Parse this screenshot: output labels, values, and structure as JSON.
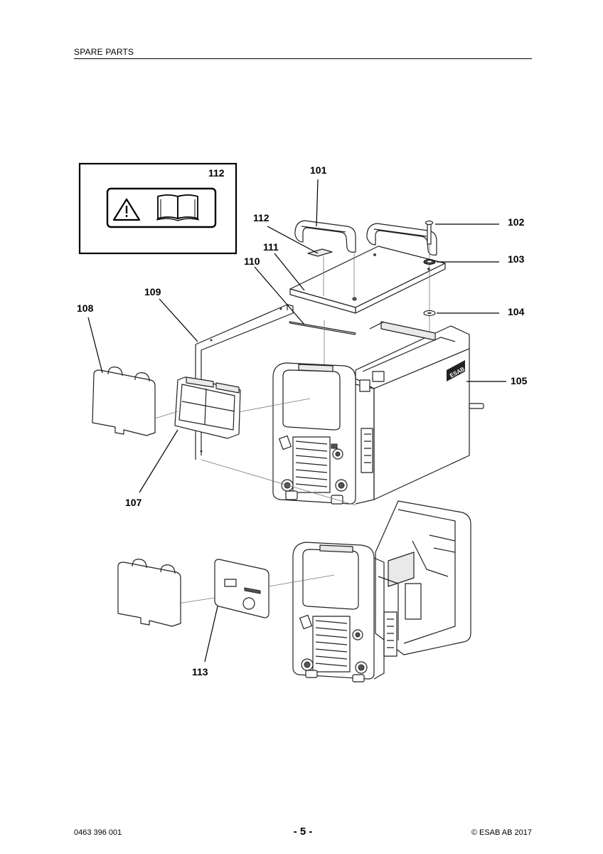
{
  "header": {
    "section": "SPARE PARTS"
  },
  "footer": {
    "doc_number": "0463 396 001",
    "page": "- 5 -",
    "copyright": "© ESAB AB 2017"
  },
  "diagram": {
    "brand_mark": "ESAB",
    "inset_label": "112",
    "callouts": {
      "c101": "101",
      "c102": "102",
      "c103": "103",
      "c104": "104",
      "c105": "105",
      "c107": "107",
      "c108": "108",
      "c109": "109",
      "c110": "110",
      "c111": "111",
      "c112": "112",
      "c113": "113"
    },
    "icons": [
      "warning-triangle-icon",
      "manual-book-icon"
    ]
  }
}
